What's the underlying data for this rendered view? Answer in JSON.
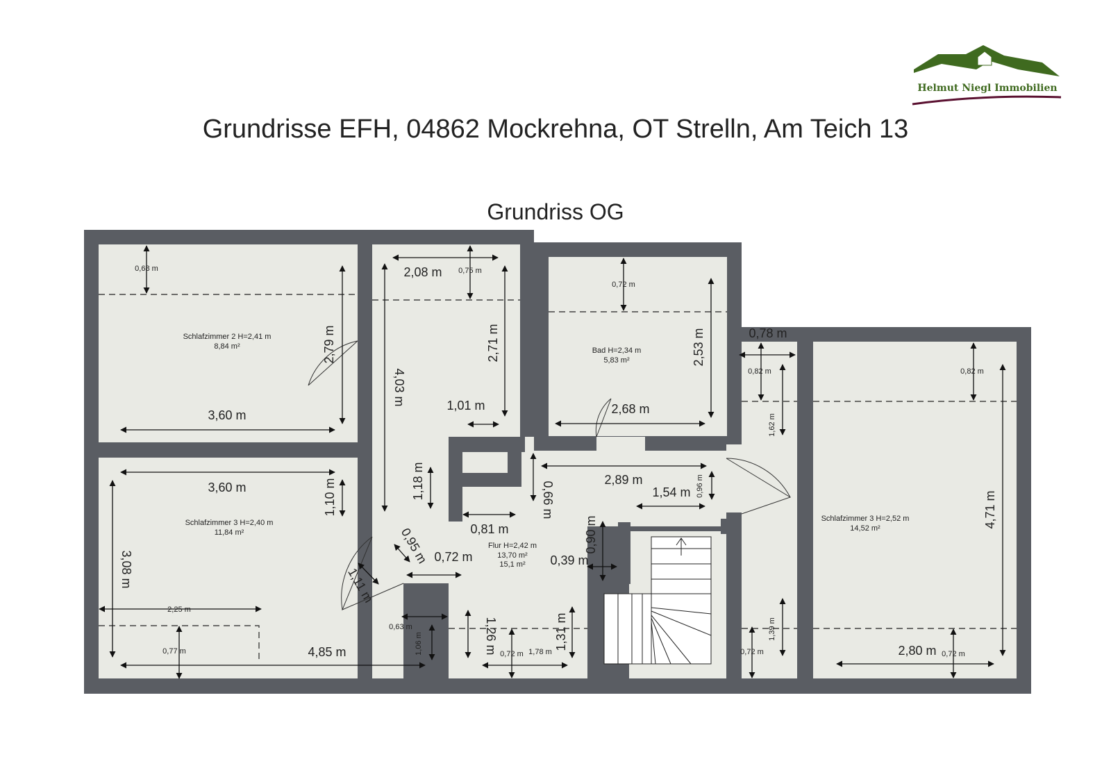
{
  "header": {
    "title": "Grundrisse EFH, 04862 Mockrehna, OT Strelln, Am Teich 13",
    "subtitle": "Grundriss OG"
  },
  "logo": {
    "text": "Helmut Niegl Immobilien",
    "roof_color": "#3f6a1f",
    "text_color": "#3f6a1f",
    "underline_color": "#5a1030"
  },
  "colors": {
    "wall": "#5a5d63",
    "floor": "#e9eae4",
    "dim_line": "#111111"
  },
  "rooms": [
    {
      "name": "Schlafzimmer 2 H=2,41 m",
      "area": "8,84 m²"
    },
    {
      "name": "Schlafzimmer 3 H=2,40 m",
      "area": "11,84 m²"
    },
    {
      "name": "Bad H=2,34 m",
      "area": "5,83 m²"
    },
    {
      "name": "Flur H=2,42 m",
      "area": "13,70 m²",
      "area2": "15,1 m²"
    },
    {
      "name": "Schlafzimmer 3 H=2,52 m",
      "area": "14,52 m²"
    }
  ],
  "dims": {
    "d068": "0,68 m",
    "d279": "2,79 m",
    "d360a": "3,60 m",
    "d208": "2,08 m",
    "d075": "0,75 m",
    "d403": "4,03 m",
    "d271": "2,71 m",
    "d101": "1,01 m",
    "d072a": "0,72 m",
    "d253": "2,53 m",
    "d268": "2,68 m",
    "d078": "0,78 m",
    "d082a": "0,82 m",
    "d162": "1,62 m",
    "d082b": "0,82 m",
    "d471": "4,71 m",
    "d360b": "3,60 m",
    "d110": "1,10 m",
    "d308": "3,08 m",
    "d118": "1,18 m",
    "d066": "0,66 m",
    "d289": "2,89 m",
    "d154": "1,54 m",
    "d096": "0,96 m",
    "d081": "0,81 m",
    "d095": "0,95 m",
    "d072b": "0,72 m",
    "d090": "0,90 m",
    "d039": "0,39 m",
    "d111": "1,11 m",
    "d225": "2,25 m",
    "d063": "0,63 m",
    "d106": "1,06 m",
    "d077": "0,77 m",
    "d485": "4,85 m",
    "d126": "1,26 m",
    "d131": "1,31 m",
    "d072c": "0,72 m",
    "d178": "1,78 m",
    "d139": "1,39 m",
    "d072d": "0,72 m",
    "d280": "2,80 m",
    "d072e": "0,72 m"
  }
}
